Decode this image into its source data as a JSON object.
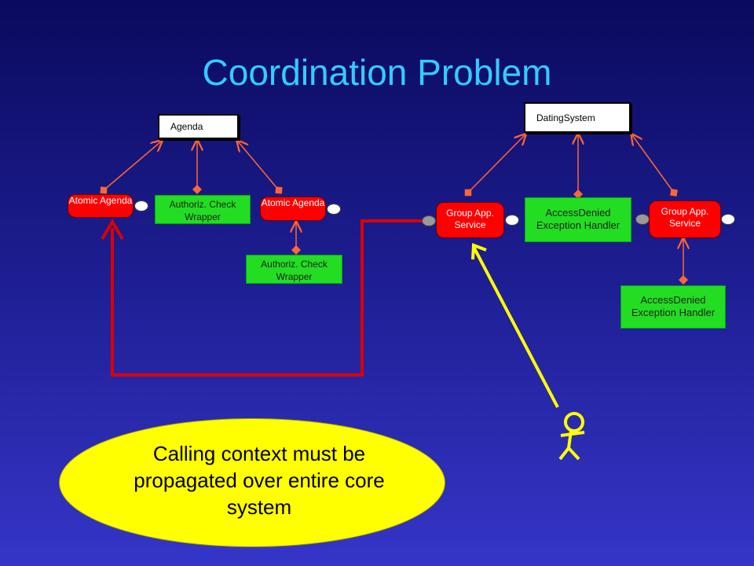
{
  "title": "Coordination Problem",
  "left_group": {
    "root": "Agenda",
    "atomic_agenda_1": "Atomic Agenda",
    "authoriz_wrapper_1": "Authoriz. Check Wrapper",
    "atomic_agenda_2": "Atomic Agenda",
    "authoriz_wrapper_2": "Authoriz. Check Wrapper"
  },
  "right_group": {
    "root": "DatingSystem",
    "group_app_service_1": "Group App. Service",
    "access_denied_1": "AccessDenied Exception Handler",
    "group_app_service_2": "Group App. Service",
    "access_denied_2": "AccessDenied Exception Handler"
  },
  "note": "Calling context must be propagated over entire core system",
  "colors": {
    "title": "#33ccff",
    "component": "#ff0000",
    "wrapper": "#22dd22",
    "note": "#ffff00",
    "context_path": "#dd0000",
    "actor": "#ffff00",
    "connector": "#ff6633"
  }
}
